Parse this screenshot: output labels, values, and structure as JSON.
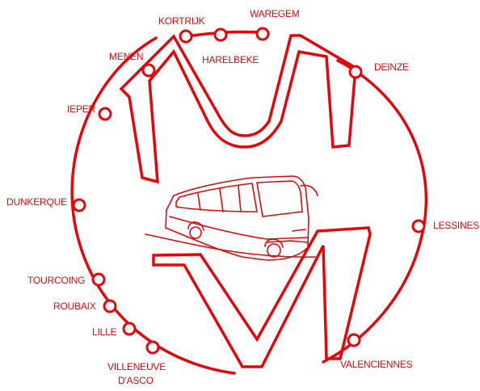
{
  "colors": {
    "accent": "#e3070b",
    "background": "#ffffff"
  },
  "center_icon": "coach-bus-icon",
  "stops": {
    "kortrijk": "KORTRIJK",
    "waregem": "WAREGEM",
    "harelbeke": "HARELBEKE",
    "menen": "MENEN",
    "deinze": "DEINZE",
    "ieper": "IEPER",
    "dunkerque": "DUNKERQUE",
    "lessines": "LESSINES",
    "tourcoing": "TOURCOING",
    "roubaix": "ROUBAIX",
    "lille": "LILLE",
    "villeneuve_line1": "VILLENEUVE",
    "villeneuve_line2": "D'ASCO",
    "valenciennes": "VALENCIENNES"
  }
}
